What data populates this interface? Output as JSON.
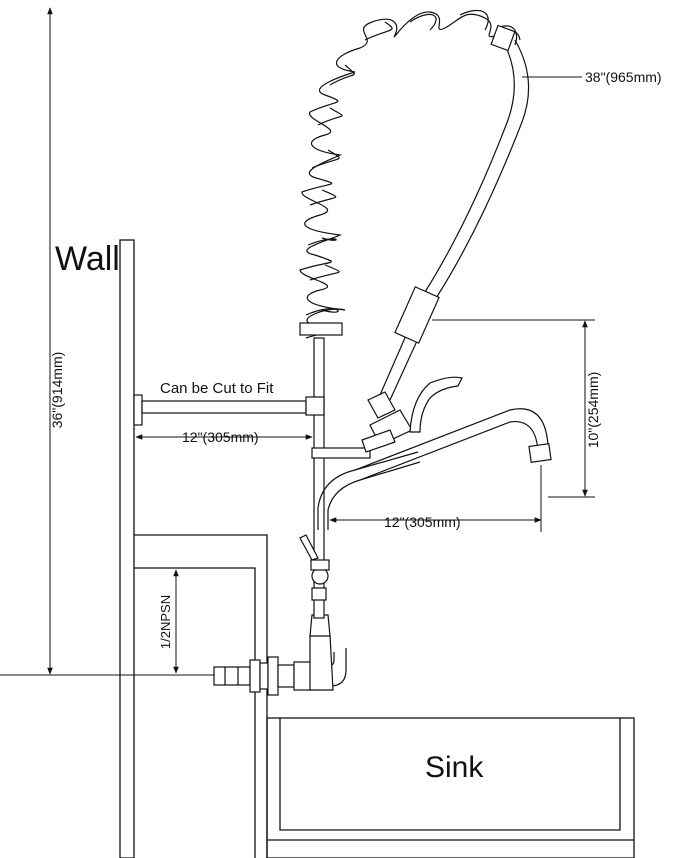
{
  "labels": {
    "wall": "Wall",
    "sink": "Sink",
    "can_be_cut": "Can be Cut to Fit",
    "height": "36\"(914mm)",
    "hose": "38\"(965mm)",
    "spray_drop": "10\"(254mm)",
    "wall_bracket": "12\"(305mm)",
    "spout": "12\"(305mm)",
    "thread": "1/2NPSN"
  }
}
